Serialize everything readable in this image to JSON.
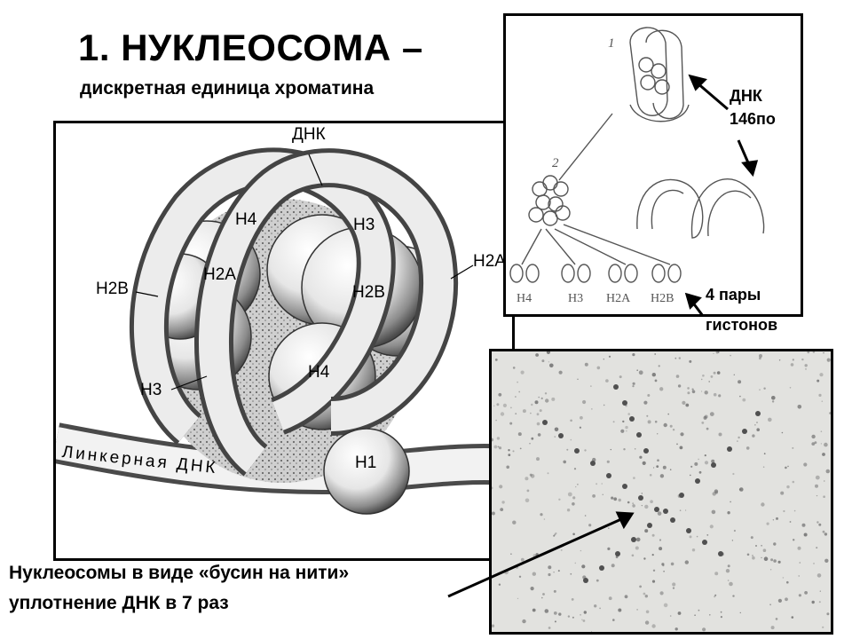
{
  "title": "1. НУКЛЕОСОМА –",
  "subtitle": "дискретная единица хроматина",
  "main_labels": {
    "dna": "ДНК",
    "h4_top": "H4",
    "h3_top": "H3",
    "h2a_left": "H2A",
    "h2a_right": "H2A",
    "h2b_left": "H2B",
    "h2b_center": "H2B",
    "h4_center": "H4",
    "h3_left": "H3",
    "h1": "H1",
    "linker": "Линкерная ДНК"
  },
  "schema_labels": {
    "step1": "1",
    "step2": "2",
    "h4": "H4",
    "h3": "H3",
    "h2a": "H2A",
    "h2b": "H2B"
  },
  "annotations": {
    "dna_line1": "ДНК",
    "dna_line2": "146по",
    "histones_line1": "4 пары",
    "histones_line2": "гистонов"
  },
  "caption": {
    "line1": "Нуклеосомы в виде «бусин на нити»",
    "line2": "уплотнение ДНК в 7 раз"
  }
}
